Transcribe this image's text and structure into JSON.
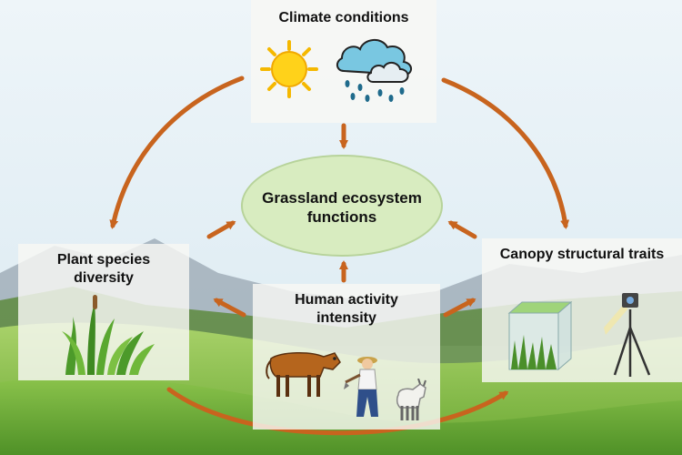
{
  "nodes": {
    "climate": "Climate conditions",
    "center": "Grassland ecosystem functions",
    "plant": "Plant species diversity",
    "canopy": "Canopy structural traits",
    "human": "Human activity intensity"
  },
  "icons": {
    "climate": [
      "sun-icon",
      "rain-cloud-icon"
    ],
    "plant": [
      "grass-plants-icon"
    ],
    "canopy": [
      "vegetation-cube-icon",
      "lidar-scanner-tripod-icon"
    ],
    "human": [
      "cow-icon",
      "farmer-icon",
      "goat-icon"
    ]
  },
  "colors": {
    "arrow": "#c8641e",
    "sky": "#dcecf5",
    "grass": "#7fb93c",
    "ellipse": "#d8ecc0"
  }
}
